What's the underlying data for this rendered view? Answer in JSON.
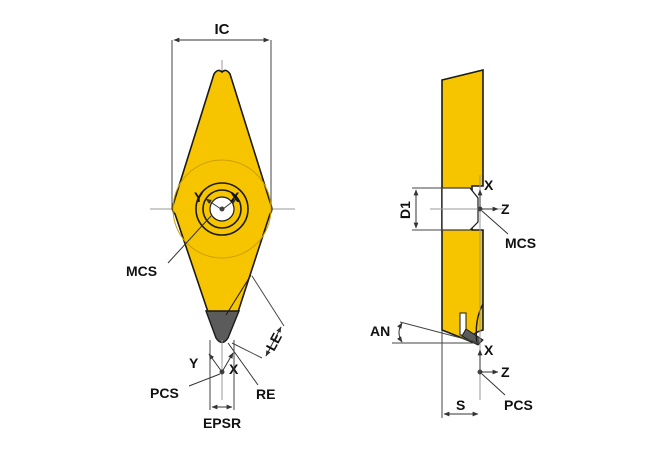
{
  "colors": {
    "insert_fill": "#f7c400",
    "insert_stroke": "#1a1a1a",
    "tip_fill": "#5b5b5b",
    "dim_line": "#444444",
    "center_line": "#9a9a9a",
    "background": "#ffffff"
  },
  "labels": {
    "ic": "IC",
    "y_top": "Y",
    "x_top": "X",
    "mcs_left": "MCS",
    "le": "LE",
    "y_bottom": "Y",
    "x_bottom": "X",
    "pcs_left": "PCS",
    "re": "RE",
    "epsr": "EPSR",
    "d1": "D1",
    "x_side_top": "X",
    "z_side_top": "Z",
    "mcs_right": "MCS",
    "an": "AN",
    "x_side_bottom": "X",
    "z_side_bottom": "Z",
    "pcs_right": "PCS",
    "s": "S"
  }
}
